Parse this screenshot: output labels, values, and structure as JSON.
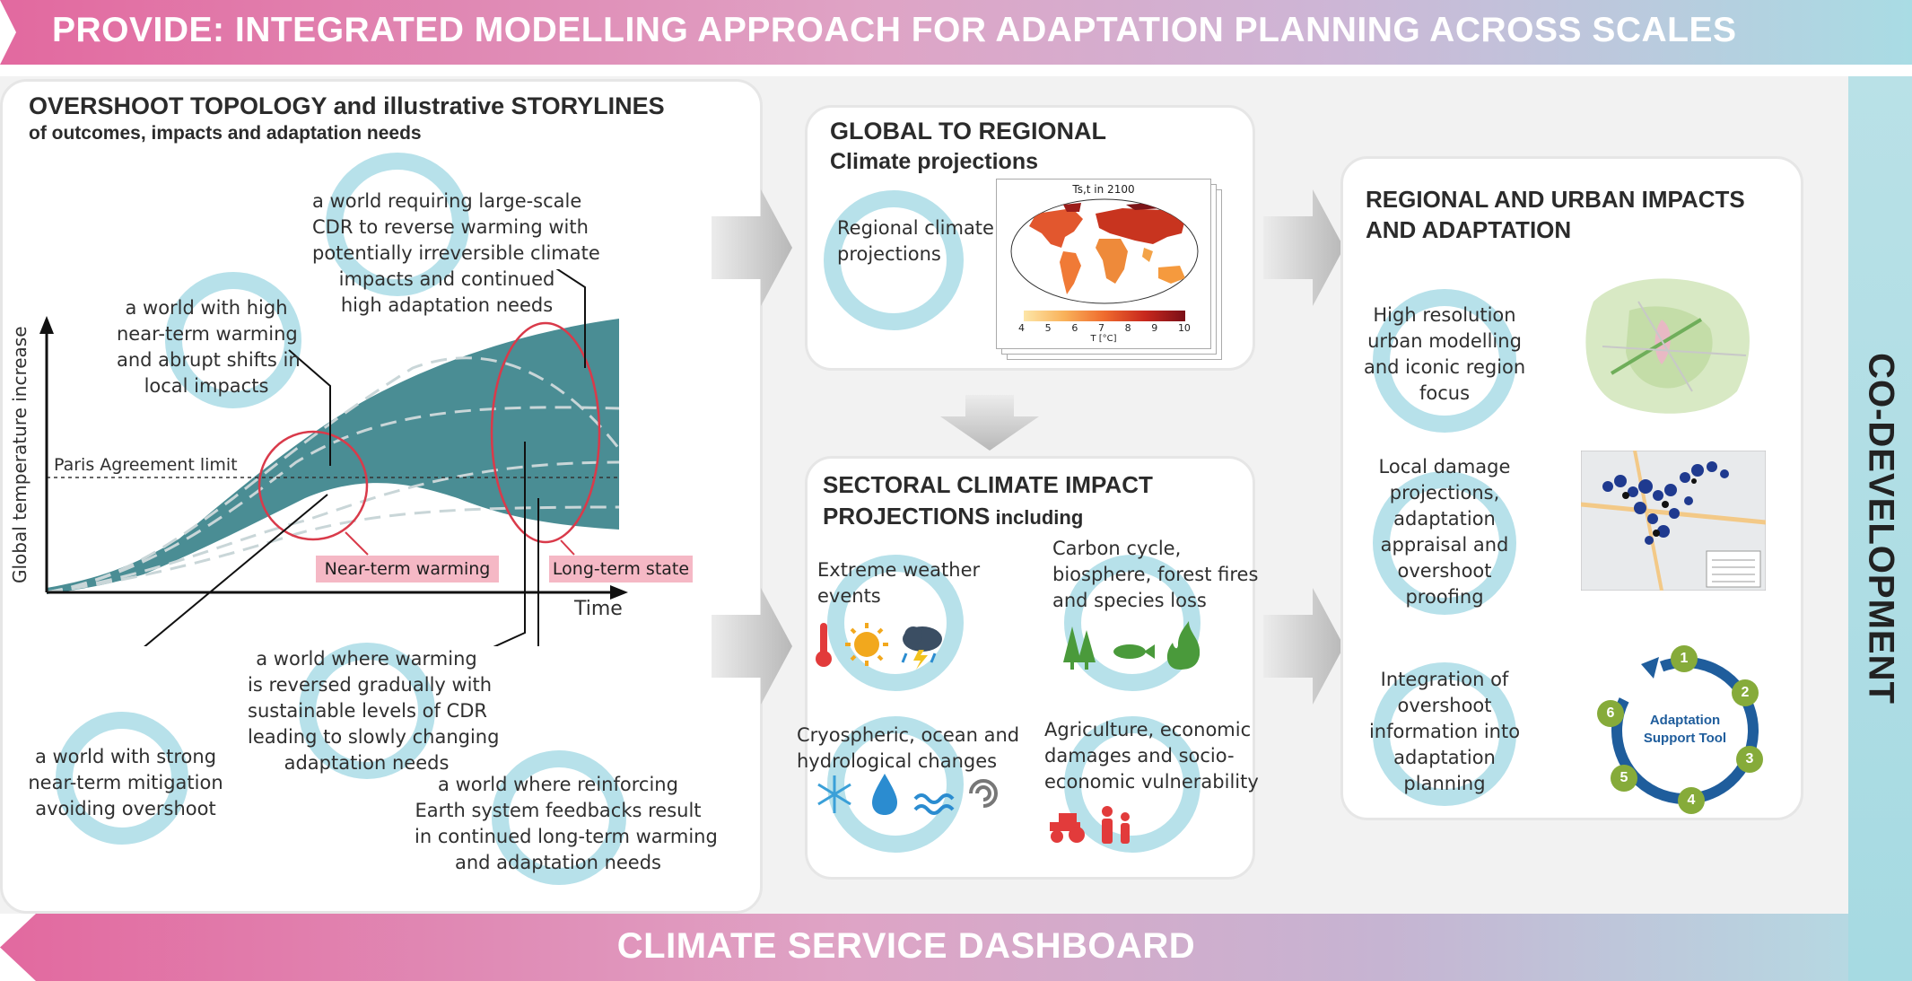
{
  "banner_top": {
    "title": "PROVIDE: INTEGRATED MODELLING APPROACH FOR ADAPTATION PLANNING ACROSS SCALES"
  },
  "banner_bottom": {
    "title": "CLIMATE SERVICE DASHBOARD"
  },
  "side_bar": {
    "label": "CO-DEVELOPMENT"
  },
  "colors": {
    "accent_pink": "#e2699f",
    "accent_teal": "#4a8d94",
    "ring_blue": "#b7e1ea",
    "red": "#d93a4a"
  },
  "overshoot": {
    "title_bold": "OVERSHOOT TOPOLOGY",
    "title_rest": " and illustrative STORYLINES",
    "subtitle": "of outcomes, impacts and adaptation needs",
    "y_axis_label": "Global temperature increase",
    "x_axis_label": "Time",
    "paris_label": "Paris Agreement limit",
    "near_term_tag": "Near-term warming",
    "long_term_tag": "Long-term state",
    "storylines": {
      "cdr": [
        "a world requiring large-scale",
        "CDR to reverse warming with",
        "potentially irreversible climate",
        "impacts and continued",
        "high adaptation needs"
      ],
      "high_warming": [
        "a world with high",
        "near-term warming",
        "and abrupt shifts in",
        "local impacts"
      ],
      "gradual": [
        "a world where warming",
        "is reversed gradually with",
        "sustainable levels of CDR",
        "leading to slowly changing",
        "adaptation needs"
      ],
      "mitigation": [
        "a world with strong",
        "near-term mitigation",
        "avoiding overshoot"
      ],
      "feedbacks": [
        "a world where reinforcing",
        "Earth system feedbacks result",
        "in continued long-term warming",
        "and adaptation needs"
      ]
    }
  },
  "global": {
    "title_line1": "GLOBAL TO REGIONAL",
    "title_line2": "Climate projections",
    "ring_text": [
      "Regional climate",
      "projections"
    ],
    "map_title": "Ts,t in 2100",
    "map_ticks": [
      "4",
      "5",
      "6",
      "7",
      "8",
      "9",
      "10"
    ],
    "map_unit": "T [°C]"
  },
  "sector": {
    "title_line1": "SECTORAL CLIMATE IMPACT",
    "title_line2_bold": "PROJECTIONS",
    "title_line2_rest": " including",
    "extreme": [
      "Extreme weather",
      "events"
    ],
    "carbon": [
      "Carbon cycle,",
      "biosphere, forest fires",
      "and species loss"
    ],
    "cryo": [
      "Cryospheric, ocean and",
      "hydrological changes"
    ],
    "agri": [
      "Agriculture, economic",
      "damages and socio-",
      "economic vulnerability"
    ]
  },
  "regional": {
    "title_line1": "REGIONAL AND URBAN IMPACTS",
    "title_line2": "AND ADAPTATION",
    "urban": [
      "High resolution",
      "urban modelling",
      "and iconic region",
      "focus"
    ],
    "damage": [
      "Local damage",
      "projections,",
      "adaptation",
      "appraisal and",
      "overshoot",
      "proofing"
    ],
    "integration": [
      "Integration of",
      "overshoot",
      "information into",
      "adaptation",
      "planning"
    ],
    "tool_label_1": "Adaptation",
    "tool_label_2": "Support Tool",
    "tool_steps": [
      "1",
      "2",
      "3",
      "4",
      "5",
      "6"
    ]
  }
}
